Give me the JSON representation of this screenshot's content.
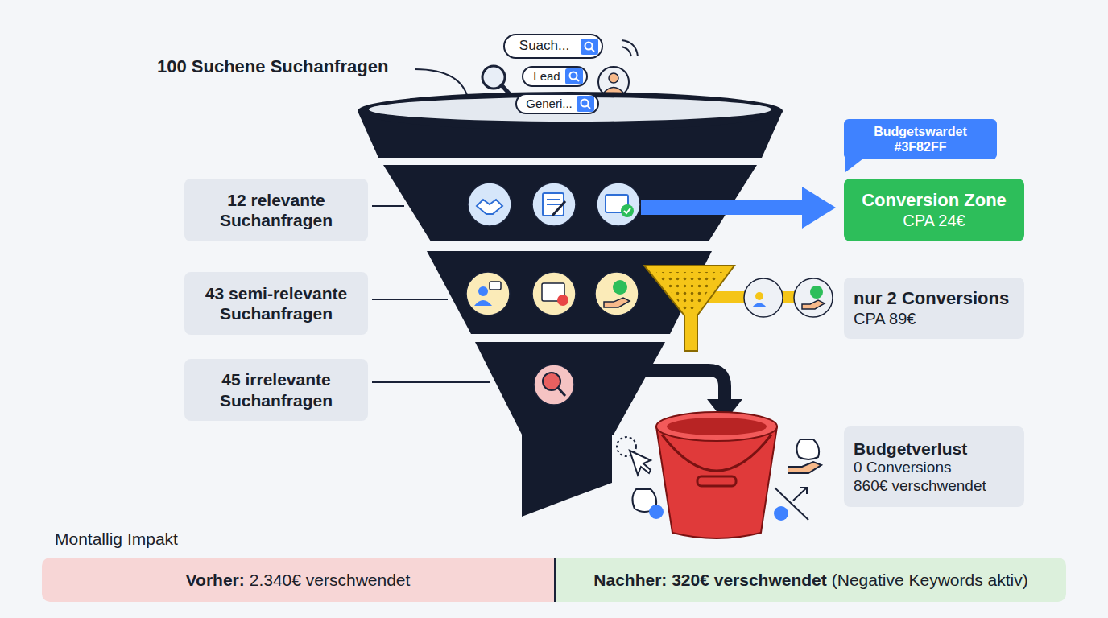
{
  "diagram": {
    "nodes": [
      {
        "text": [
          "Suach..."
        ]
      },
      {
        "text": [
          "Lead"
        ]
      },
      {
        "text": [
          "Generi..."
        ]
      },
      {
        "text": [
          "12 relevante Suchanfragen"
        ]
      },
      {
        "text": [
          "43 semi-relevante Suchanfragen"
        ]
      },
      {
        "text": [
          "45 irrelevante Suchanfragen"
        ]
      },
      {
        "text": [
          "Budgetswardet #3F82FF"
        ]
      },
      {
        "text": [
          "Conversion Zone",
          "CPA 24€"
        ]
      },
      {
        "text": [
          "nur 2 Conversions",
          "CPA 89€"
        ]
      },
      {
        "text": [
          "Budgetverlust",
          "0 Conversions",
          "860€ verschwendet"
        ]
      },
      {
        "text": [
          "Vorher:",
          "2.340€ verschwendet"
        ]
      },
      {
        "text": [
          "Nachher: 320€ verschwendet",
          "(Negative Keywords aktiv)"
        ]
      }
    ],
    "labels": [
      "100 Suchene Suchanfragen",
      "Montallig Impakt"
    ]
  }
}
